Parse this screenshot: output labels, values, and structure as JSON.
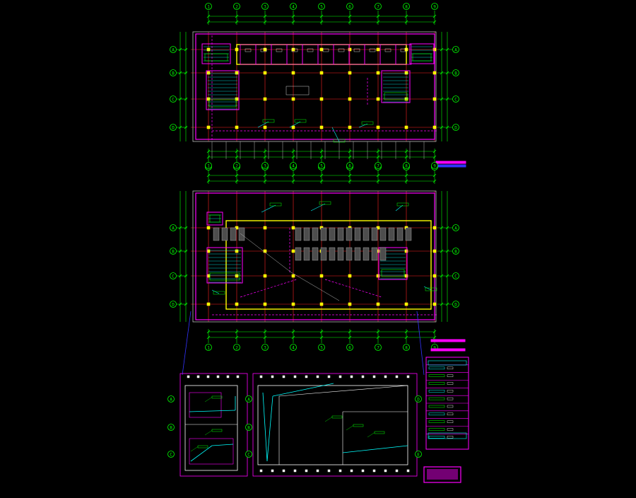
{
  "colors": {
    "background": "#000000",
    "green": "#00ff00",
    "magenta": "#ff00ff",
    "yellow": "#ffff00",
    "red": "#ff2020",
    "cyan": "#00ffff",
    "white": "#ffffff",
    "blue": "#3333ff",
    "gray": "#bbbbbb"
  },
  "grid_labels": {
    "columns": [
      "1",
      "2",
      "3",
      "4",
      "5",
      "6",
      "7",
      "8",
      "9"
    ],
    "rows": [
      "A",
      "B",
      "C",
      "D",
      "E"
    ]
  },
  "legend": {
    "rows": [
      "",
      "",
      "",
      "",
      "",
      "",
      "",
      "",
      "",
      ""
    ]
  },
  "title_block": {
    "text": ""
  }
}
